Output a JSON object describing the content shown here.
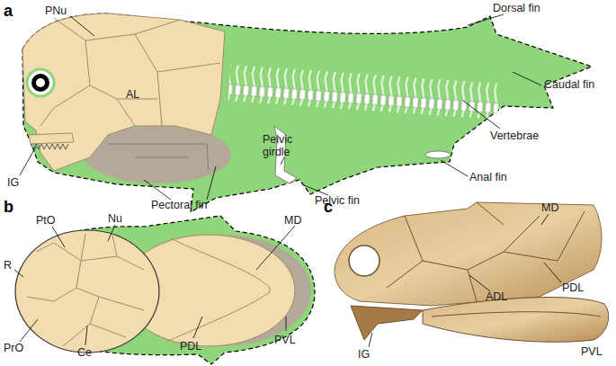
{
  "diagram": {
    "labels": [
      "a",
      "PNu",
      "Dorsal fin",
      "Caudal fin",
      "Vertebrae",
      "Anal fin",
      "IG",
      "AL",
      "Pectoral fin",
      "Pelvic girdle",
      "Pelvic fin",
      "b",
      "PtO",
      "Nu",
      "MD",
      "R",
      "PrO",
      "Ce",
      "PDL",
      "PVL",
      "c",
      "MD",
      "PDL",
      "ADL",
      "IG",
      "PVL"
    ]
  }
}
